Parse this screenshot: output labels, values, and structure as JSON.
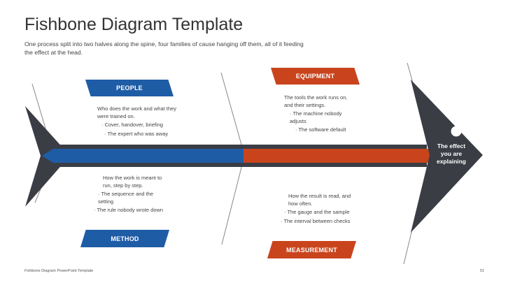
{
  "title": "Fishbone Diagram Template",
  "subtitle": "One process split into two halves along the spine, four families of cause hanging off them, all of it feeding the effect at the head.",
  "footer": "Fishbone Diagram PowerPoint Template",
  "page_number": "01",
  "colors": {
    "blue": "#1f5ca6",
    "orange": "#c9441d",
    "dark": "#3a3d44",
    "bone_line": "#888888"
  },
  "effect": {
    "lines": [
      "The effect",
      "you are",
      "explaining"
    ]
  },
  "categories": {
    "people": {
      "label": "PEOPLE",
      "description": "Who does the work and what they were trained on.",
      "bullets": [
        "· Cover, handover, briefing",
        "· The expert who was away"
      ]
    },
    "equipment": {
      "label": "EQUIPMENT",
      "description": "The tools the work runs on, and their settings.",
      "bullets": [
        "· The machine nobody adjusts",
        "· The software default"
      ]
    },
    "method": {
      "label": "METHOD",
      "description": "How the work is meant to run, step by step.",
      "bullets": [
        "· The sequence and the setting",
        "· The rule nobody wrote down"
      ]
    },
    "measurement": {
      "label": "MEASUREMENT",
      "description": "How the result is read, and how often.",
      "bullets": [
        "· The gauge and the sample",
        "· The interval between checks"
      ]
    }
  }
}
